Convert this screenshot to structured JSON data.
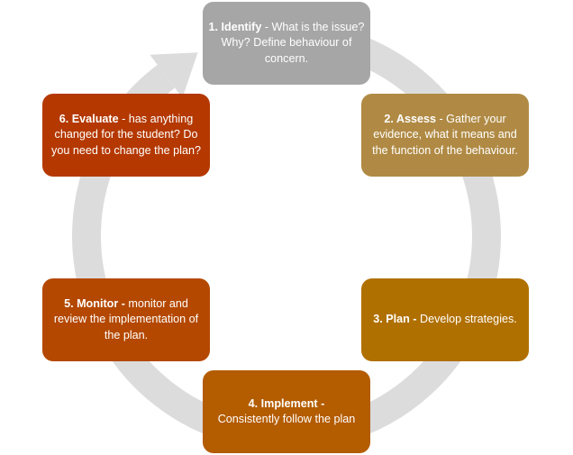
{
  "diagram": {
    "type": "cycle",
    "ring_color": "#dcdcdc",
    "steps": [
      {
        "number": "1",
        "title": "1. Identify",
        "sep": " - ",
        "text": "What is the issue? Why? Define behaviour of concern.",
        "color": "#a6a6a6"
      },
      {
        "number": "2",
        "title": "2. Assess",
        "sep": " - ",
        "text": "Gather your evidence, what it means and the function of the behaviour.",
        "color": "#b08a44"
      },
      {
        "number": "3",
        "title": "3. Plan -",
        "sep": " ",
        "text": "Develop strategies.",
        "color": "#b07000"
      },
      {
        "number": "4",
        "title": "4. Implement -",
        "sep": " ",
        "text": "Consistently follow the plan",
        "color": "#b45c00"
      },
      {
        "number": "5",
        "title": "5. Monitor -",
        "sep": " ",
        "text": "monitor and review the implementation of the plan.",
        "color": "#b44800"
      },
      {
        "number": "6",
        "title": "6. Evaluate",
        "sep": " - ",
        "text": "has anything changed for the student? Do you need to change the plan?",
        "color": "#b43800"
      }
    ]
  }
}
